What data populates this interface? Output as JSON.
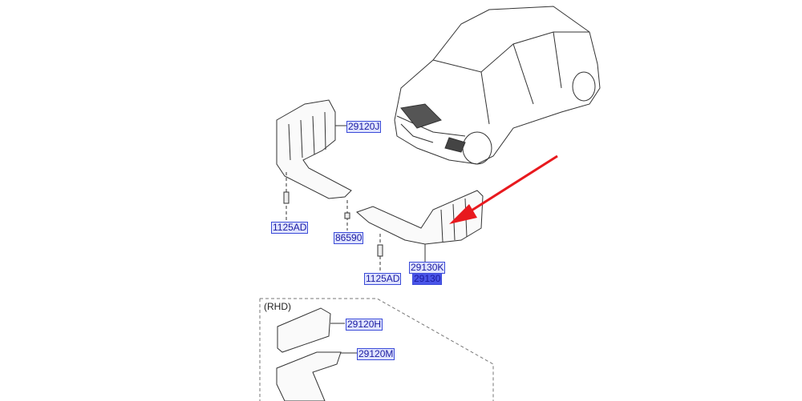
{
  "diagram": {
    "region_label": "(RHD)",
    "parts": [
      {
        "id": "p1",
        "label": "29120J"
      },
      {
        "id": "p2",
        "label": "1125AD"
      },
      {
        "id": "p3",
        "label": "86590"
      },
      {
        "id": "p4",
        "label": "29130K"
      },
      {
        "id": "p5",
        "label": "29130",
        "selected": true
      },
      {
        "id": "p6",
        "label": "1125AD"
      },
      {
        "id": "p7",
        "label": "29120H"
      },
      {
        "id": "p8",
        "label": "29120M"
      }
    ],
    "arrow_color": "#e8191e",
    "label_color": "#3b4bd8"
  }
}
